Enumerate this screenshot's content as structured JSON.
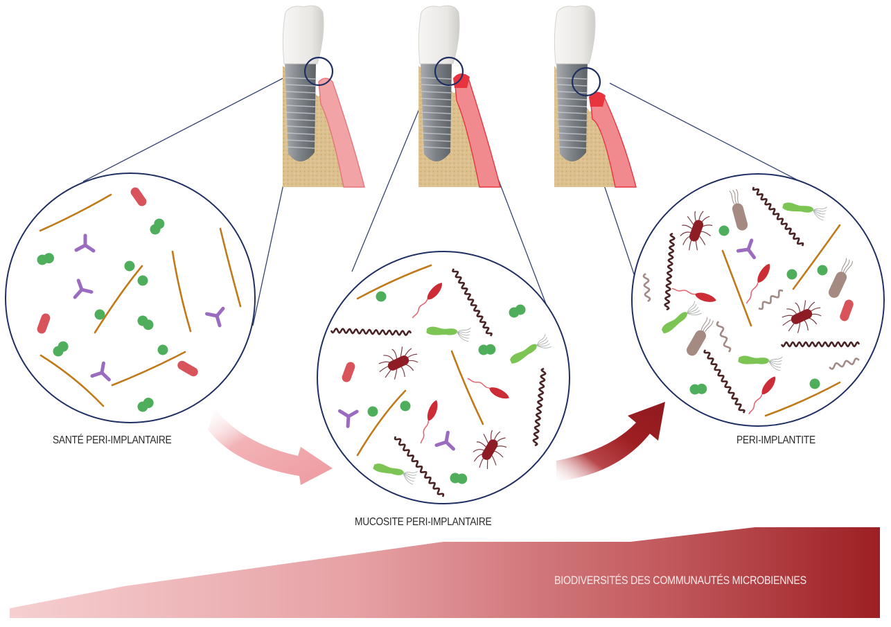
{
  "figure": {
    "stages": [
      {
        "id": "health",
        "label": "SANTÉ PERI-IMPLANTAIRE"
      },
      {
        "id": "mucositis",
        "label": "MUCOSITE PERI-IMPLANTAIRE"
      },
      {
        "id": "periimplantitis",
        "label": "PERI-IMPLANTITE"
      }
    ],
    "gradient_bar": {
      "label": "BIODIVERSITÉS DES COMMUNAUTÉS MICROBIENNES"
    },
    "colors": {
      "outline": "#1f2f63",
      "gum_healthy": "#f2a3a6",
      "gum_inflamed": "#e8343f",
      "bone": "#dcc08d",
      "implant": "#8c9196",
      "crown": "#efeeec",
      "coccus": "#4fae5c",
      "filament": "#c07a1a",
      "rod_red": "#d9535a",
      "branched": "#9b6bc0",
      "spirochete": "#4a2424",
      "flagellated_red": "#cc2c35",
      "vibrio_green": "#7cc454",
      "fimbriated": "#8e1c24",
      "rod_brown": "#a58a82",
      "arrow_light": "#ef9ea3",
      "arrow_dark": "#9e1f22",
      "bar_light": "#f7c8ca",
      "bar_dark": "#9c1f23"
    }
  }
}
